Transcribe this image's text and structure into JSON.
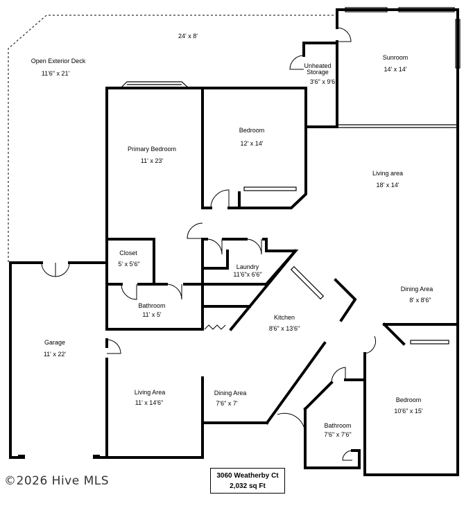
{
  "rooms": [
    {
      "id": "deck",
      "name": "Open Exterior Deck",
      "dims": "11'6\" x 21'"
    },
    {
      "id": "deck-top",
      "name": "",
      "dims": "24' x 8'"
    },
    {
      "id": "unheated-storage",
      "name": "Unheated Storage",
      "dims": "3'6\" x 9'6"
    },
    {
      "id": "sunroom",
      "name": "Sunroom",
      "dims": "14' x 14'"
    },
    {
      "id": "primary-bedroom",
      "name": "Primary Bedroom",
      "dims": "11' x 23'"
    },
    {
      "id": "bedroom-1",
      "name": "Bedroom",
      "dims": "12' x 14'"
    },
    {
      "id": "living-area-1",
      "name": "Living area",
      "dims": "18' x 14'"
    },
    {
      "id": "closet",
      "name": "Closet",
      "dims": "5' x 5'6\""
    },
    {
      "id": "laundry",
      "name": "Laundry",
      "dims": "11'6\"x 6'6\""
    },
    {
      "id": "bathroom-1",
      "name": "Bathroom",
      "dims": "11' x 5'"
    },
    {
      "id": "dining-area-1",
      "name": "Dining Area",
      "dims": "8' x 8'6\""
    },
    {
      "id": "kitchen",
      "name": "Kitchen",
      "dims": "8'6\" x 13'6\""
    },
    {
      "id": "garage",
      "name": "Garage",
      "dims": "11' x 22'"
    },
    {
      "id": "living-area-2",
      "name": "Living Area",
      "dims": "11' x 14'6\""
    },
    {
      "id": "dining-area-2",
      "name": "Dining Area",
      "dims": "7'6\" x 7'"
    },
    {
      "id": "bedroom-2",
      "name": "Bedroom",
      "dims": "10'6\" x 15'"
    },
    {
      "id": "bathroom-2",
      "name": "Bathroom",
      "dims": "7'6\" x 7'6\""
    }
  ],
  "address": {
    "line1": "3060 Weatherby Ct",
    "line2": "2,032 sq Ft"
  },
  "copyright": "©2026 Hive MLS"
}
